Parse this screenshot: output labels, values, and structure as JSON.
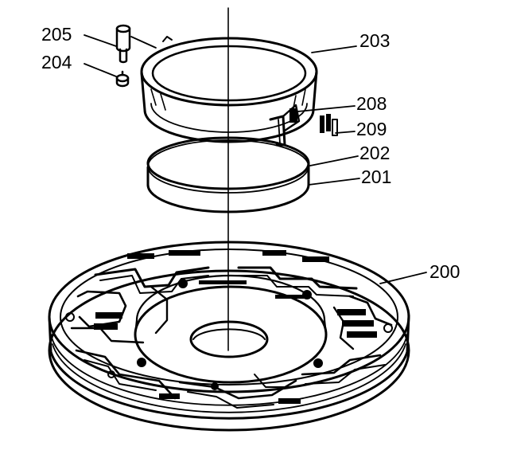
{
  "callouts": {
    "c200": "200",
    "c201": "201",
    "c202": "202",
    "c203": "203",
    "c204": "204",
    "c205": "205",
    "c208": "208",
    "c209": "209"
  },
  "colors": {
    "ink": "#000000",
    "paper": "#ffffff"
  }
}
